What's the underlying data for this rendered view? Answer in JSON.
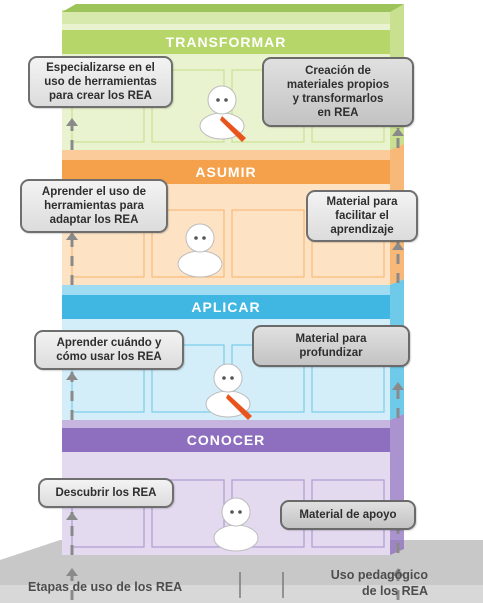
{
  "levels": [
    {
      "name": "TRANSFORMAR",
      "color": "#b6d66a",
      "light": "#e9f3cf",
      "left_bubble": "Especializarse en el\nuso de herramientas\npara crear los REA",
      "right_bubble": "Creación de\nmateriales propios\ny transformarlos\nen REA"
    },
    {
      "name": "ASUMIR",
      "color": "#f5a04b",
      "light": "#fde3c4",
      "left_bubble": "Aprender el uso de\nherramientas para\nadaptar los REA",
      "right_bubble": "Material para\nfacilitar el\naprendizaje"
    },
    {
      "name": "APLICAR",
      "color": "#3fb7e2",
      "light": "#d3eef9",
      "left_bubble": "Aprender cuándo y\ncómo usar los REA",
      "right_bubble": "Material para\nprofundizar"
    },
    {
      "name": "CONOCER",
      "color": "#8e6fbf",
      "light": "#e3daf0",
      "left_bubble": "Descubrir los REA",
      "right_bubble": "Material de apoyo"
    }
  ],
  "bottom": {
    "left_label": "Etapas de uso de los REA",
    "right_label": "Uso pedagógico\nde los REA"
  },
  "colors": {
    "arrow": "#8a8a8a",
    "ground": "#c8c8c8",
    "figure": "#ffffff",
    "tie": "#e8541c"
  }
}
